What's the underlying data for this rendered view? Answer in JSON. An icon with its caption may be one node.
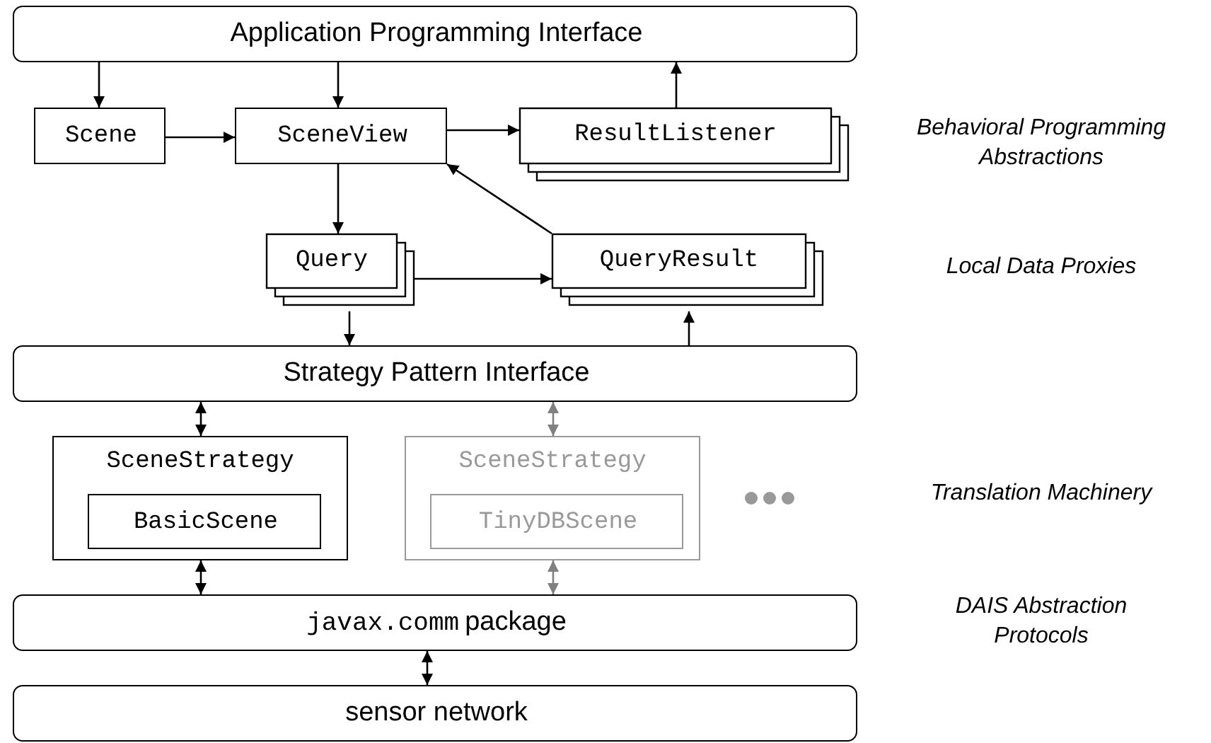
{
  "diagram": {
    "nodes": [
      {
        "text": [
          "Application Programming Interface"
        ]
      },
      {
        "text": [
          "Scene"
        ]
      },
      {
        "text": [
          "SceneView"
        ]
      },
      {
        "text": [
          "ResultListener"
        ]
      },
      {
        "text": [
          "Query"
        ]
      },
      {
        "text": [
          "QueryResult"
        ]
      },
      {
        "text": [
          "Strategy Pattern Interface"
        ]
      },
      {
        "text": [
          "SceneStrategy"
        ]
      },
      {
        "text": [
          "BasicScene"
        ],
        "in": 7
      },
      {
        "text": [
          "SceneStrategy"
        ]
      },
      {
        "text": [
          "TinyDBScene"
        ],
        "in": 9
      },
      {
        "text": [
          "javax.comm",
          "package"
        ]
      },
      {
        "text": [
          "sensor network"
        ]
      }
    ],
    "edges": [
      {
        "from": 0,
        "to": 1,
        "arrow": "to"
      },
      {
        "from": 0,
        "to": 2,
        "arrow": "to"
      },
      {
        "from": 3,
        "to": 0,
        "arrow": "to"
      },
      {
        "from": 1,
        "to": 2,
        "arrow": "to"
      },
      {
        "from": 2,
        "to": 3,
        "arrow": "to"
      },
      {
        "from": 2,
        "to": 4,
        "arrow": "to"
      },
      {
        "from": 5,
        "to": 2,
        "arrow": "to"
      },
      {
        "from": 4,
        "to": 5,
        "arrow": "to"
      },
      {
        "from": 4,
        "to": 6,
        "arrow": "to"
      },
      {
        "from": 6,
        "to": 5,
        "arrow": "to"
      },
      {
        "from": 6,
        "to": 7,
        "arrow": "both"
      },
      {
        "from": 6,
        "to": 9,
        "arrow": "both",
        "color": "#808080"
      },
      {
        "from": 7,
        "to": 11,
        "arrow": "both"
      },
      {
        "from": 9,
        "to": 11,
        "arrow": "both",
        "color": "#808080"
      },
      {
        "from": 11,
        "to": 12,
        "arrow": "both"
      }
    ],
    "labels": [
      "Behavioral Programming Abstractions",
      "Local Data Proxies",
      "Translation Machinery",
      "DAIS Abstraction Protocols"
    ]
  }
}
